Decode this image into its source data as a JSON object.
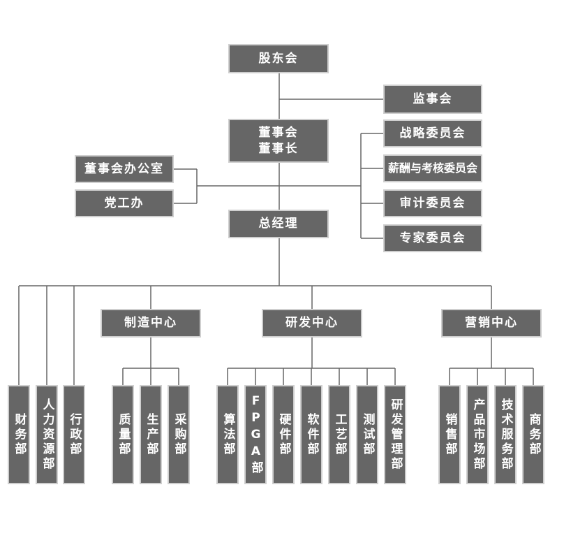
{
  "colors": {
    "box_fill": "#666666",
    "box_border": "#cfcfcf",
    "line": "#666666",
    "text": "#ffffff"
  },
  "org": {
    "shareholders": "股东会",
    "supervisors": "监事会",
    "board": "董事会\n董事长",
    "committees": [
      "战略委员会",
      "薪酬与考核委员会",
      "审计委员会",
      "专家委员会"
    ],
    "board_office": "董事会办公室",
    "party_office": "党工办",
    "gm": "总经理",
    "direct_depts": [
      "财务部",
      "人力资源部",
      "行政部"
    ],
    "centers": [
      {
        "name": "制造中心",
        "depts": [
          "质量部",
          "生产部",
          "采购部"
        ]
      },
      {
        "name": "研发中心",
        "depts": [
          "算法部",
          "FPGA部",
          "硬件部",
          "软件部",
          "工艺部",
          "测试部",
          "研发管理部"
        ]
      },
      {
        "name": "营销中心",
        "depts": [
          "销售部",
          "产品市场部",
          "技术服务部",
          "商务部"
        ]
      }
    ]
  }
}
